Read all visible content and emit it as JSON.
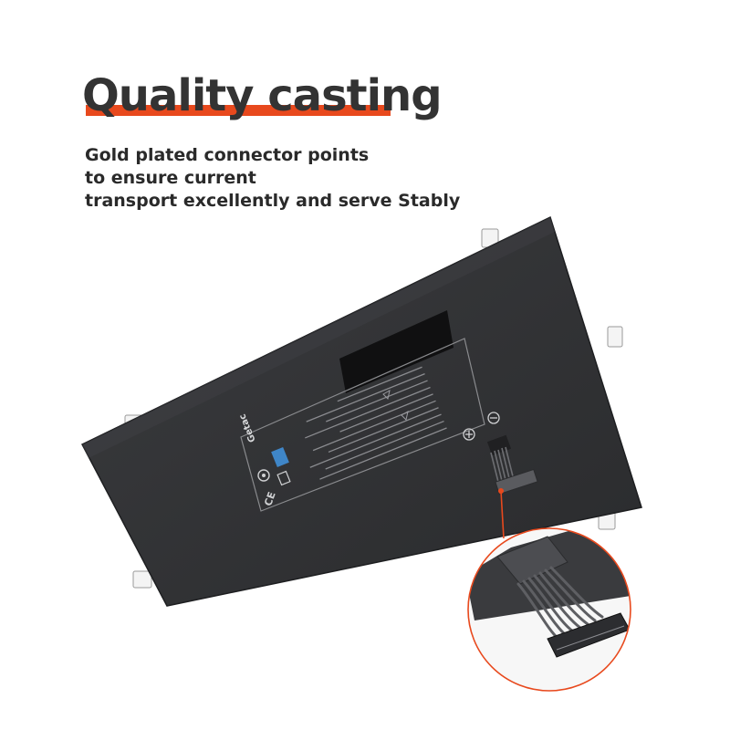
{
  "headline": "Quality casting",
  "subtitle": {
    "lines": [
      "Gold plated connector points",
      "to ensure current",
      "transport excellently and serve Stably"
    ]
  },
  "product": {
    "brand_label": "Getac"
  },
  "colors": {
    "accent": "#e8491d",
    "headline_text": "#333333",
    "battery_body": "#303133",
    "callout_line": "#e8491d"
  },
  "icons": [
    "plus-terminal-icon",
    "minus-terminal-icon",
    "ce-mark-icon",
    "recycle-icon",
    "warning-icon"
  ]
}
